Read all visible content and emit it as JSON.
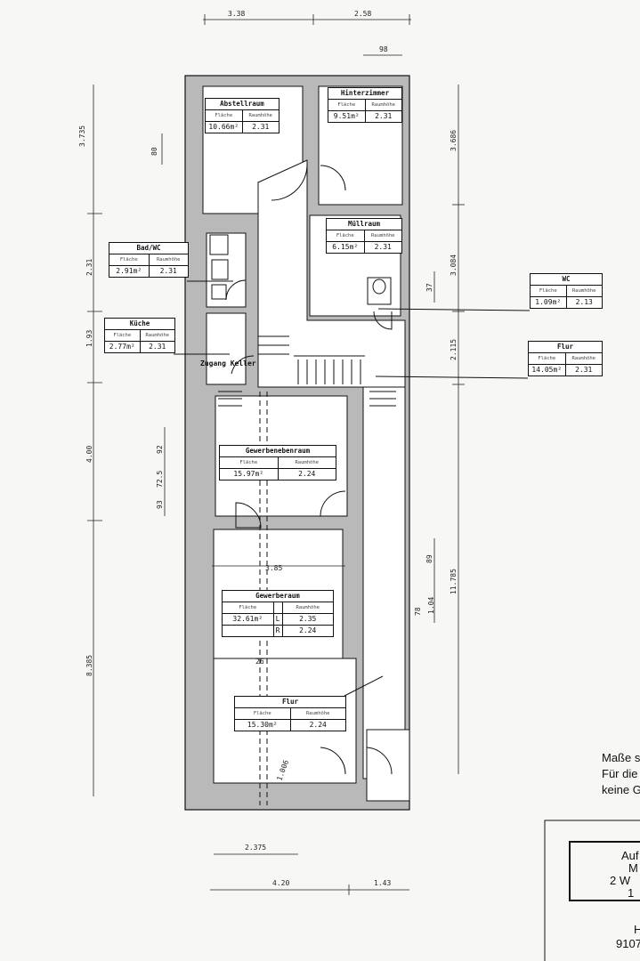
{
  "header_labels": {
    "area": "Fläche",
    "height": "Raumhöhe"
  },
  "rooms": [
    {
      "name": "Abstellraum",
      "area": "10.66m²",
      "height": "2.31"
    },
    {
      "name": "Hinterzimmer",
      "area": "9.51m²",
      "height": "2.31"
    },
    {
      "name": "Müllraum",
      "area": "6.15m²",
      "height": "2.31"
    },
    {
      "name": "Bad/WC",
      "area": "2.91m²",
      "height": "2.31"
    },
    {
      "name": "Küche",
      "area": "2.77m²",
      "height": "2.31"
    },
    {
      "name": "WC",
      "area": "1.09m²",
      "height": "2.13"
    },
    {
      "name": "Flur",
      "area": "14.05m²",
      "height": "2.31"
    },
    {
      "name": "Gewerbenebenraum",
      "area": "15.97m²",
      "height": "2.24"
    },
    {
      "name": "Gewerberaum",
      "area": "32.61m²",
      "height_L": "2.35",
      "height_R": "2.24",
      "L": "L",
      "R": "R"
    },
    {
      "name": "Flur",
      "area": "15.30m²",
      "height": "2.24"
    }
  ],
  "labels": {
    "basement_access": "Zugang Keller"
  },
  "dimensions": [
    "3.38",
    "2.58",
    "98",
    "3.735",
    "80",
    "2.31",
    "1.93",
    "4.00",
    "92",
    "72.5",
    "93",
    "8.385",
    "3.686",
    "3.084",
    "37",
    "2.115",
    "89",
    "11.785",
    "1.04",
    "78",
    "3.85",
    "26",
    "1.006",
    "2.375",
    "4.20",
    "1.43"
  ],
  "notes": [
    "Maße s",
    "Für die",
    "keine G"
  ],
  "title_block": [
    "Auf",
    "M",
    "2 W",
    "1",
    "H",
    "9107"
  ],
  "colors": {
    "wall": "#b9b9b9",
    "line": "#111111",
    "paper": "#f7f7f5"
  }
}
